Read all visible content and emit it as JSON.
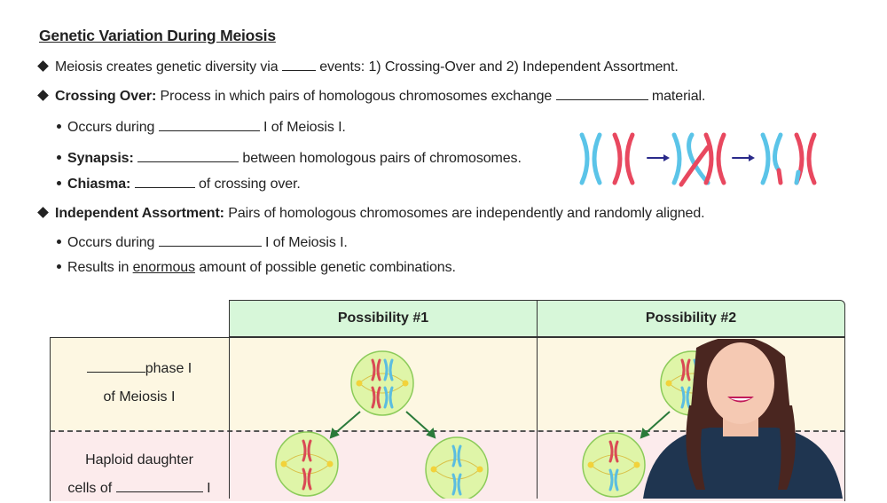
{
  "title": "Genetic Variation During Meiosis",
  "bullets": {
    "b1": {
      "pre": "Meiosis creates genetic diversity via",
      "post": "events: 1) Crossing-Over and 2) Independent Assortment."
    },
    "b2": {
      "bold": "Crossing Over:",
      "pre": "Process in which pairs of homologous chromosomes exchange",
      "post": "material."
    },
    "b2a": {
      "pre": "Occurs during",
      "post": "I of Meiosis I."
    },
    "b2b": {
      "bold": "Synapsis:",
      "post": "between homologous pairs of chromosomes."
    },
    "b2c": {
      "bold": "Chiasma:",
      "post": "of crossing over."
    },
    "b3": {
      "bold": "Independent Assortment:",
      "text": "Pairs of homologous chromosomes are independently and randomly aligned."
    },
    "b3a": {
      "pre": "Occurs during",
      "post": "I of Meiosis I."
    },
    "b3b": {
      "pre": "Results in",
      "underlined": "enormous",
      "post": "amount of possible genetic combinations."
    }
  },
  "table": {
    "headers": [
      "Possibility #1",
      "Possibility #2"
    ],
    "rows": [
      {
        "label_post": "phase I",
        "label_line2": "of Meiosis I"
      },
      {
        "label_line1": "Haploid daughter",
        "label_pre": "cells of",
        "label_post": "I"
      }
    ]
  },
  "colors": {
    "blue_chromosome": "#5bc4e8",
    "red_chromosome": "#e8485f",
    "header": "#d7f7d9",
    "row1": "#fdf7e2",
    "row2": "#fcebec",
    "arrow": "#2a7a3a"
  }
}
